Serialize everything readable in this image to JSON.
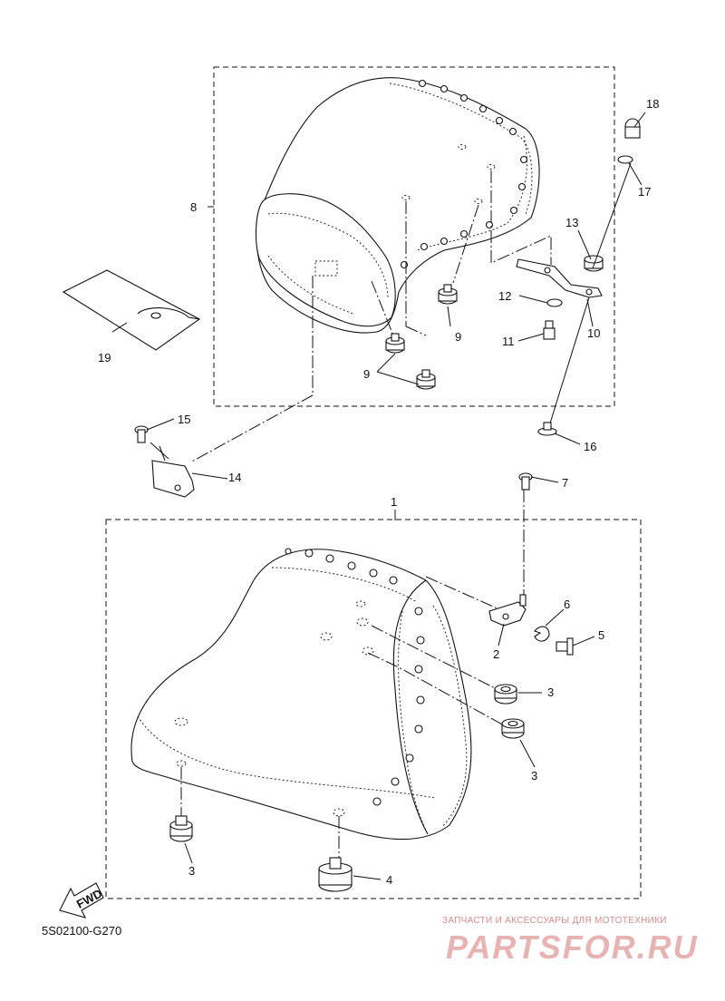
{
  "diagram_code": "5S02100-G270",
  "fwd_label": "FWD",
  "watermark": {
    "tagline": "ЗАПЧАСТИ И АКСЕССУАРЫ ДЛЯ МОТОТЕХНИКИ",
    "logo": "PARTSFOR.RU"
  },
  "callouts": {
    "c1": "1",
    "c2": "2",
    "c3a": "3",
    "c3b": "3",
    "c3c": "3",
    "c4": "4",
    "c5": "5",
    "c6": "6",
    "c7": "7",
    "c8": "8",
    "c9a": "9",
    "c9b": "9",
    "c10": "10",
    "c11": "11",
    "c12": "12",
    "c13": "13",
    "c14": "14",
    "c15": "15",
    "c16": "16",
    "c17": "17",
    "c18": "18",
    "c19": "19"
  }
}
